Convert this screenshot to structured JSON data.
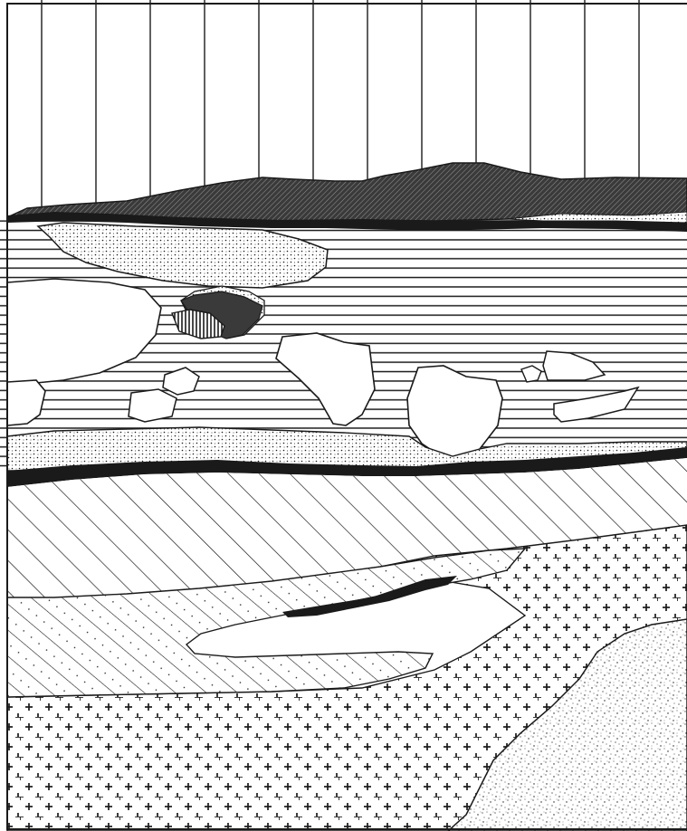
{
  "figure": {
    "kind": "geological-stratigraphic-section",
    "labels": [],
    "background": "#ffffff",
    "ink": "#1a1a1a"
  },
  "layers": [
    {
      "id": "sky",
      "pattern": "vertical-lines"
    },
    {
      "id": "dark-ridge",
      "pattern": "dense-diagonal-hatch"
    },
    {
      "id": "black-seam-upper",
      "pattern": "solid-black"
    },
    {
      "id": "horizontal-strata",
      "pattern": "horizontal-lines"
    },
    {
      "id": "stippled-lens-upper",
      "pattern": "stipple"
    },
    {
      "id": "clasts",
      "pattern": "blank-blocks",
      "count": 10
    },
    {
      "id": "dark-lens",
      "pattern": "vertical-hatch"
    },
    {
      "id": "stippled-band",
      "pattern": "stipple"
    },
    {
      "id": "black-seam-lower",
      "pattern": "solid-black"
    },
    {
      "id": "diagonal-strata",
      "pattern": "diagonal-lines"
    },
    {
      "id": "dotted-diagonal-zone",
      "pattern": "diagonal-lines-with-dots"
    },
    {
      "id": "crosses-zone",
      "pattern": "plus-crosses"
    },
    {
      "id": "black-lens-lower",
      "pattern": "solid-black"
    },
    {
      "id": "speckled-body",
      "pattern": "fine-speckle"
    }
  ]
}
